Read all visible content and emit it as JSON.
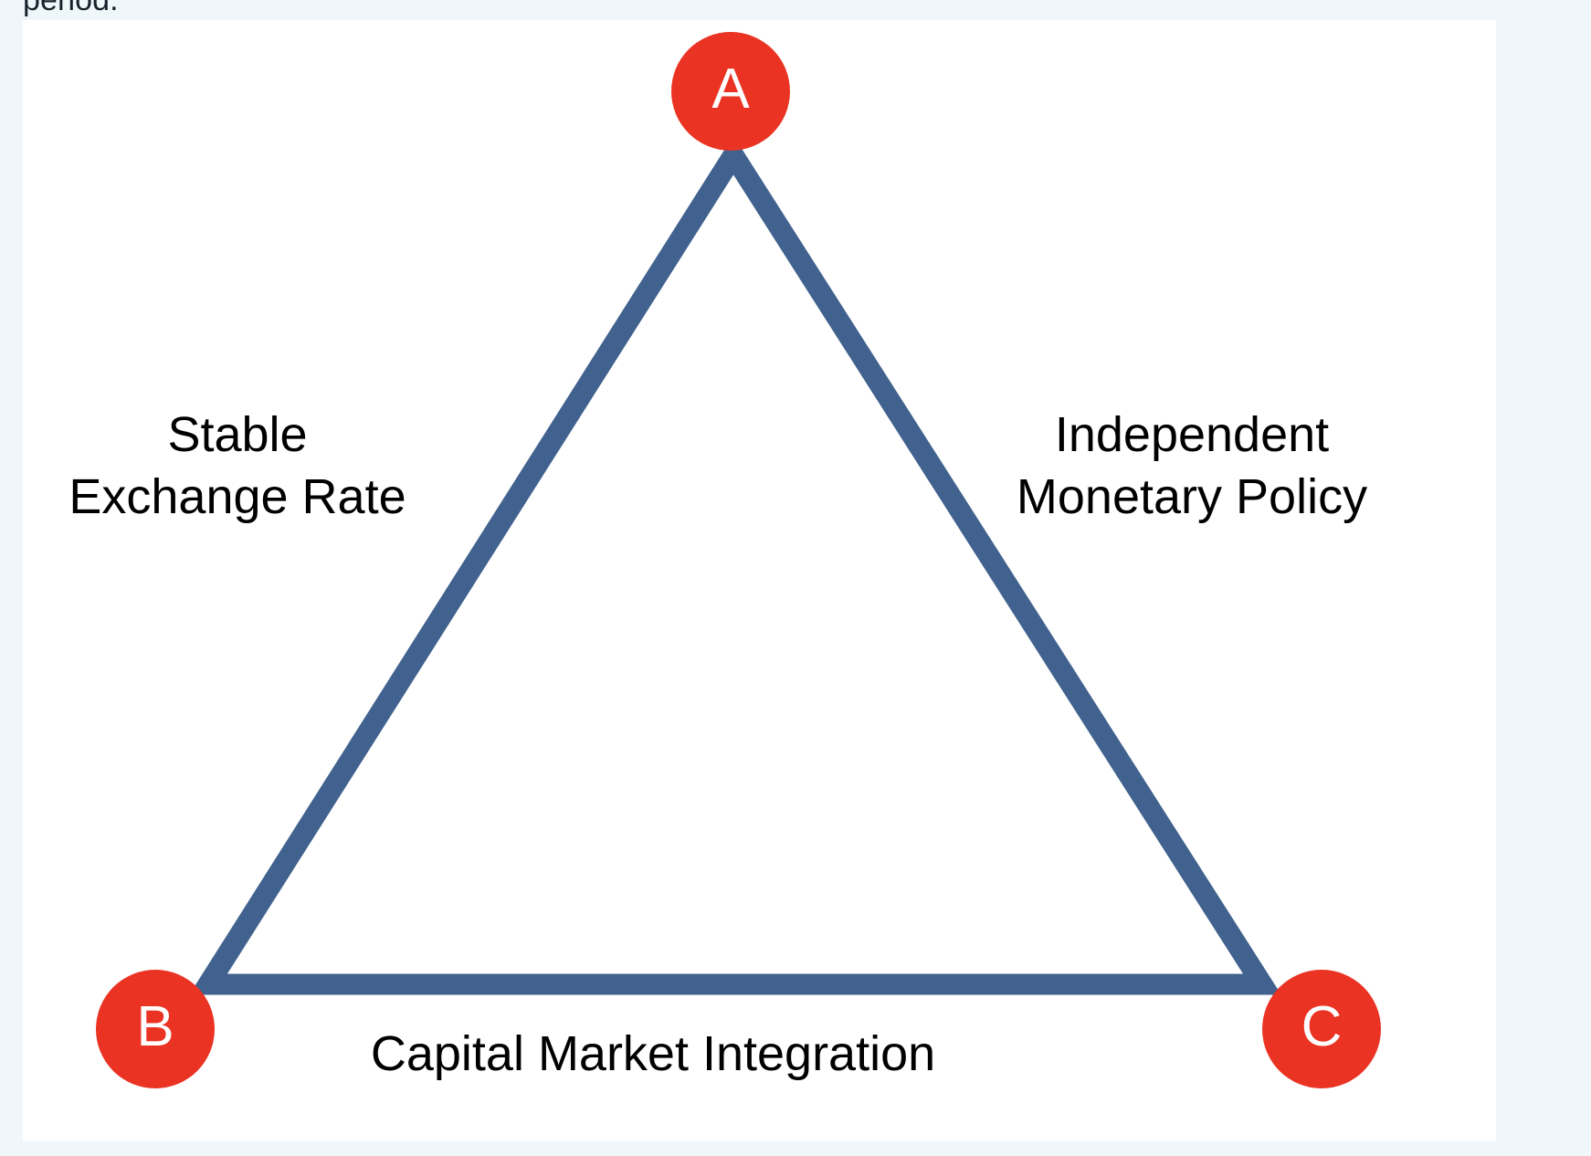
{
  "page": {
    "background_color": "#eff7fa",
    "card_background_color": "#ffffff",
    "text_fragment": "period."
  },
  "diagram": {
    "type": "triangle-trilemma",
    "accent_node_color": "#ea3323",
    "edge_color": "#41628e",
    "node_text_color": "#ffffff",
    "label_text_color": "#000000",
    "nodes": [
      {
        "id": "A",
        "label": "A",
        "position": "apex"
      },
      {
        "id": "B",
        "label": "B",
        "position": "bottom-left"
      },
      {
        "id": "C",
        "label": "C",
        "position": "bottom-right"
      }
    ],
    "edges": [
      {
        "id": "left",
        "label": "Stable\nExchange Rate",
        "between": "A-B"
      },
      {
        "id": "right",
        "label": "Independent\nMonetary Policy",
        "between": "A-C"
      },
      {
        "id": "bottom",
        "label": "Capital Market Integration",
        "between": "B-C"
      }
    ]
  }
}
